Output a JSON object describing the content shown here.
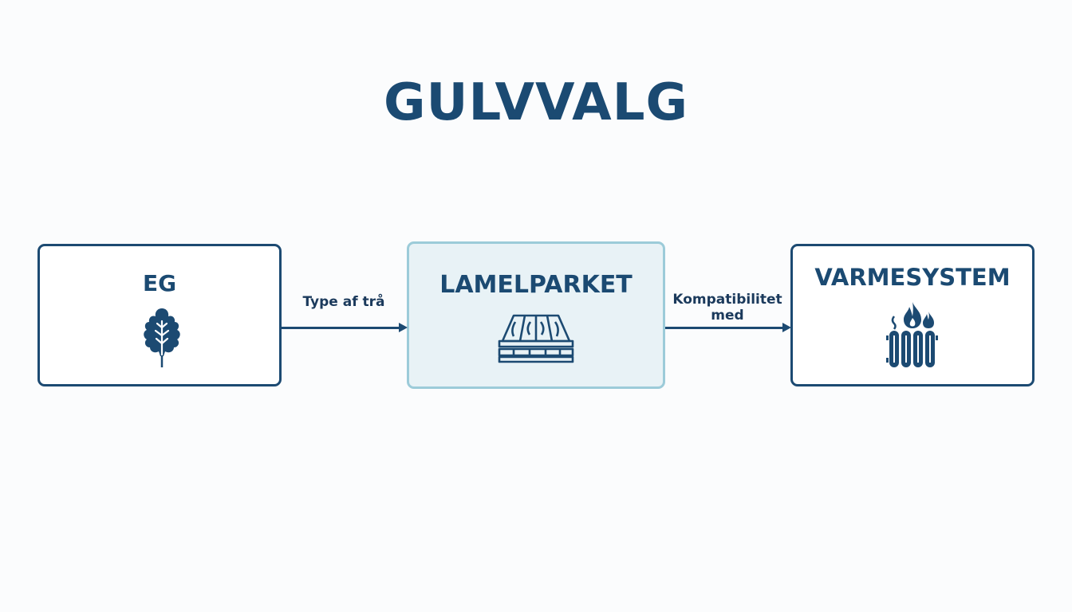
{
  "title": "GULVVALG",
  "nodes": [
    {
      "id": "eg",
      "label": "EG",
      "icon": "oak-leaf-icon"
    },
    {
      "id": "lamelparket",
      "label": "LAMELPARKET",
      "icon": "parquet-floor-icon",
      "highlighted": true
    },
    {
      "id": "varmesystem",
      "label": "VARMESYSTEM",
      "icon": "radiator-heating-icon"
    }
  ],
  "edges": [
    {
      "from": "eg",
      "to": "lamelparket",
      "label": "Type af trå"
    },
    {
      "from": "lamelparket",
      "to": "varmesystem",
      "label_line1": "Kompatibilitet",
      "label_line2": "med"
    }
  ],
  "colors": {
    "primary": "#1b4a72",
    "center_fill": "#e8f2f6",
    "center_border": "#9ccbd9",
    "background": "#fbfcfd"
  }
}
